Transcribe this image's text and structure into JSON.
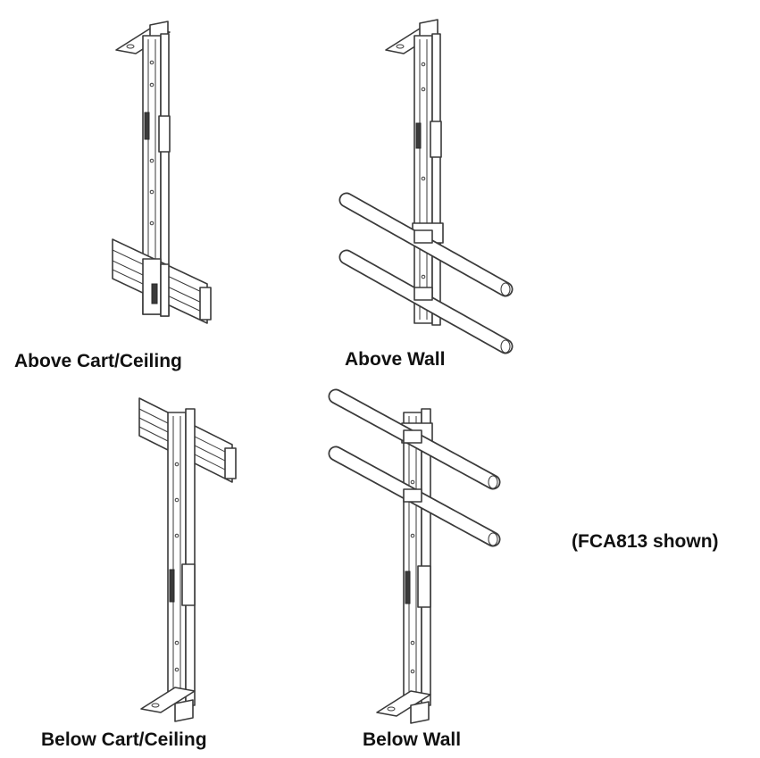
{
  "labels": {
    "above_cart_ceiling": "Above Cart/Ceiling",
    "above_wall": "Above Wall",
    "below_cart_ceiling": "Below Cart/Ceiling",
    "below_wall": "Below Wall",
    "model_note": "(FCA813 shown)"
  },
  "colors": {
    "line": "#3a3a3a",
    "text": "#111111",
    "background": "#ffffff"
  }
}
